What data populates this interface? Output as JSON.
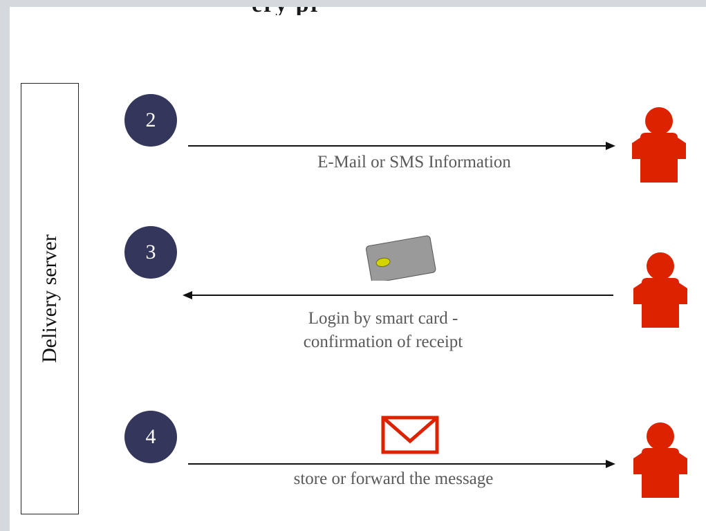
{
  "title_fragment": "ery pr",
  "server": {
    "label": "Delivery server"
  },
  "steps": [
    {
      "number": "2",
      "direction": "to-recipient",
      "caption": "E-Mail or SMS Information",
      "icon": "person-icon"
    },
    {
      "number": "3",
      "direction": "to-server",
      "caption_line1": "Login by smart card -",
      "caption_line2": "confirmation of receipt",
      "icon": "smart-card-icon"
    },
    {
      "number": "4",
      "direction": "to-recipient",
      "caption": "store or forward the message",
      "icon": "envelope-icon"
    }
  ],
  "colors": {
    "step_circle": "#35365c",
    "recipient": "#dd2200",
    "envelope": "#dd2200",
    "card": "#9a9a9a",
    "chip": "#d4d400"
  }
}
